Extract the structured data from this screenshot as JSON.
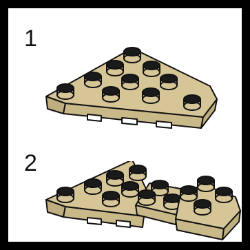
{
  "steps": [
    {
      "number": "1",
      "parts": [
        "wedge-plate"
      ]
    },
    {
      "number": "2",
      "parts": [
        "wedge-plate",
        "wedge-plate",
        "plate-2x2"
      ]
    }
  ],
  "colors": {
    "background": "#000000",
    "frame": "#ffffff",
    "plate_top": "#d6c597",
    "plate_side": "#bfae80",
    "stud_cap": "#1a1a1a",
    "stud_side": "#d6c597",
    "outline": "#111111"
  }
}
